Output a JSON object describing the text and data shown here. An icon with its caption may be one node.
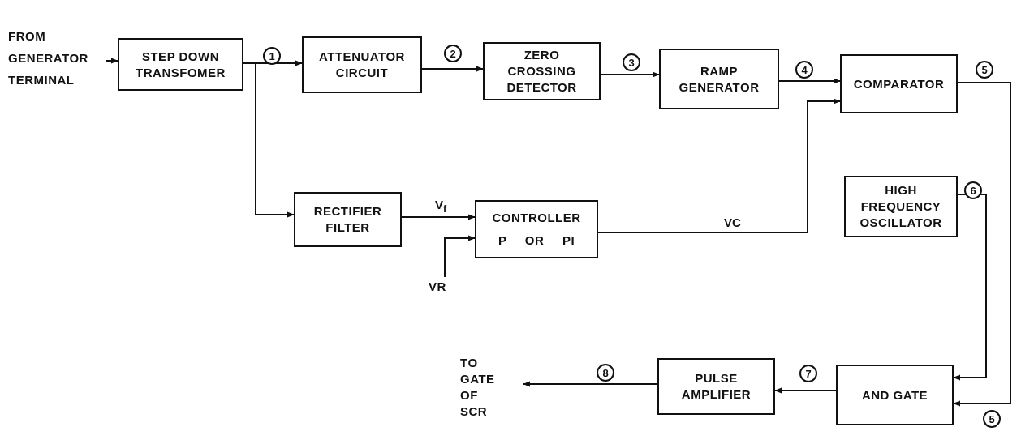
{
  "diagram": {
    "nodes": [
      {
        "text": [
          "FROM GENERATOR TERMINAL"
        ]
      },
      {
        "text": [
          "STEP DOWN TRANSFOMER"
        ]
      },
      {
        "text": [
          "ATTENUATOR CIRCUIT"
        ]
      },
      {
        "text": [
          "ZERO CROSSING DETECTOR"
        ]
      },
      {
        "text": [
          "RAMP GENERATOR"
        ]
      },
      {
        "text": [
          "COMPARATOR"
        ]
      },
      {
        "text": [
          "RECTIFIER FILTER"
        ]
      },
      {
        "text": [
          "CONTROLLER",
          "P OR PI"
        ]
      },
      {
        "text": [
          "HIGH FREQUENCY OSCILLATOR"
        ]
      },
      {
        "text": [
          "AND GATE"
        ]
      },
      {
        "text": [
          "PULSE AMPLIFIER"
        ]
      },
      {
        "text": [
          "TO GATE OF SCR"
        ]
      },
      {
        "text": [
          "VR"
        ]
      }
    ],
    "edges": [
      {
        "from": 0,
        "to": 1,
        "arrow": "to"
      },
      {
        "from": 1,
        "to": 2,
        "arrow": "to"
      },
      {
        "from": 2,
        "to": 3,
        "arrow": "to"
      },
      {
        "from": 3,
        "to": 4,
        "arrow": "to"
      },
      {
        "from": 4,
        "to": 5,
        "arrow": "to"
      },
      {
        "from": 1,
        "to": 6,
        "arrow": "to"
      },
      {
        "from": 6,
        "to": 7,
        "arrow": "to",
        "label": "V$_{f}$"
      },
      {
        "from": 12,
        "to": 7,
        "arrow": "to"
      },
      {
        "from": 7,
        "to": 5,
        "arrow": "to",
        "label": "VC"
      },
      {
        "from": 5,
        "to": 9,
        "arrow": "to"
      },
      {
        "from": 8,
        "to": 9,
        "arrow": "to"
      },
      {
        "from": 9,
        "to": 10,
        "arrow": "to"
      },
      {
        "from": 10,
        "to": 11,
        "arrow": "to"
      }
    ],
    "labels": [
      "1",
      "2",
      "3",
      "4",
      "5",
      "6",
      "8",
      "7",
      "5"
    ]
  }
}
